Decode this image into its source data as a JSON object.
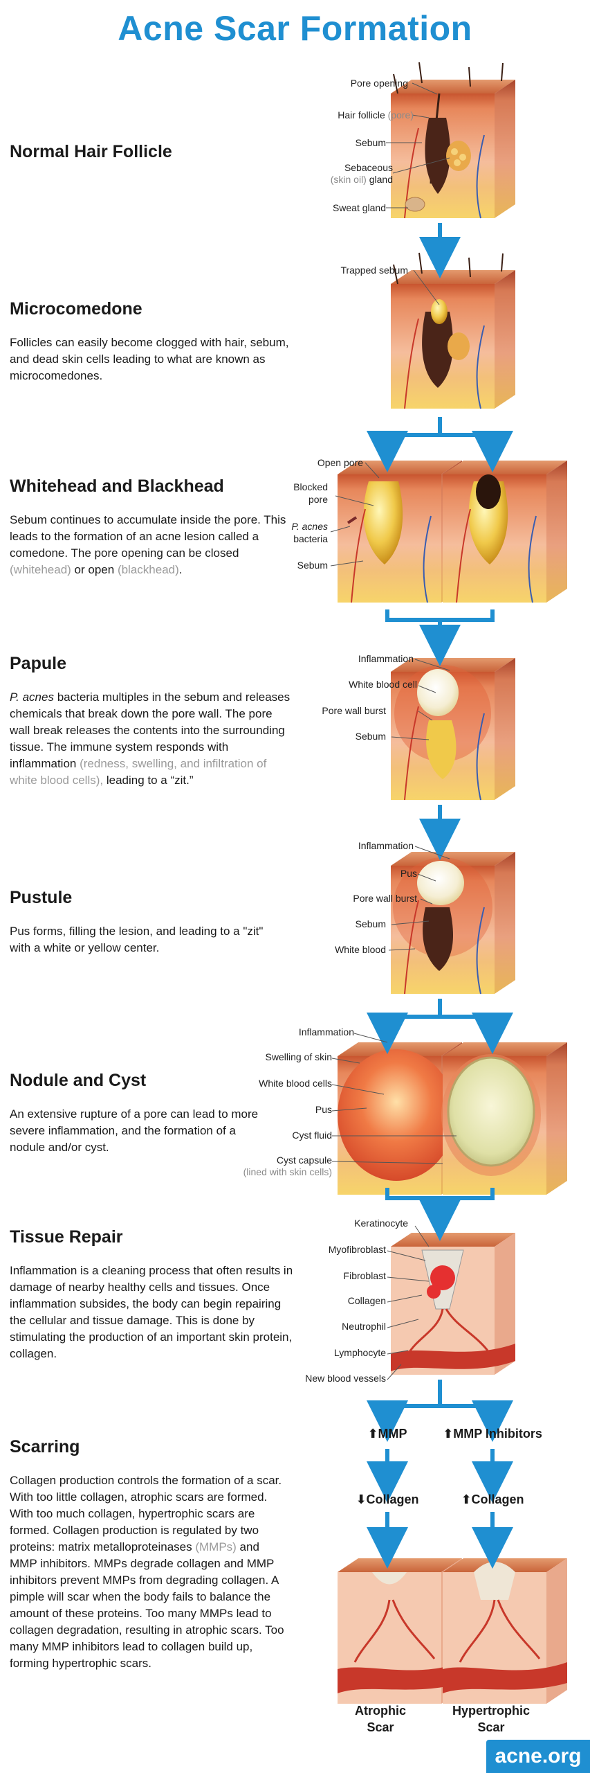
{
  "title": "Acne Scar Formation",
  "footer_brand": "acne.org",
  "colors": {
    "accent": "#1f8fd1",
    "skin_top": "#d86a3e",
    "skin_mid": "#f4b48f",
    "fat": "#f7d46a",
    "vessel_red": "#c8382a",
    "vessel_blue": "#3a5db0"
  },
  "sections": {
    "normal": {
      "heading": "Normal Hair Follicle",
      "labels": {
        "pore_opening": "Pore opening",
        "hair_follicle": "Hair follicle",
        "hair_follicle_note": "(pore)",
        "sebum": "Sebum",
        "sebaceous": "Sebaceous",
        "sebaceous_note": "(skin oil)",
        "gland": "gland",
        "sweat_gland": "Sweat gland"
      }
    },
    "microcomedone": {
      "heading": "Microcomedone",
      "body": "Follicles can easily become clogged with hair, sebum, and dead skin cells leading to what are known as microcomedones.",
      "labels": {
        "trapped_sebum": "Trapped sebum"
      }
    },
    "whitehead": {
      "heading": "Whitehead and Blackhead",
      "body_1": "Sebum continues to accumulate inside the pore. This leads to the formation of an acne lesion called a comedone. The pore opening can be closed ",
      "body_whitehead": "(whitehead)",
      "body_2": " or open ",
      "body_blackhead": "(blackhead)",
      "body_3": ".",
      "labels": {
        "open_pore": "Open pore",
        "blocked": "Blocked",
        "pore": "pore",
        "p_acnes": "P. acnes",
        "bacteria": "bacteria",
        "sebum": "Sebum"
      }
    },
    "papule": {
      "heading": "Papule",
      "body_italic": "P. acnes",
      "body_1": " bacteria multiples in the sebum and releases chemicals that break down the pore wall. The pore wall break releases the contents into the surrounding tissue. The immune system responds with inflammation ",
      "body_gray": "(redness, swelling, and infiltration of white blood cells),",
      "body_2": " leading to a “zit.”",
      "labels": {
        "inflammation": "Inflammation",
        "white_blood_cell": "White blood cell",
        "pore_wall_burst": "Pore wall burst",
        "sebum": "Sebum"
      }
    },
    "pustule": {
      "heading": "Pustule",
      "body": "Pus forms, filling the lesion, and leading to a \"zit\" with a white or yellow center.",
      "labels": {
        "inflammation": "Inflammation",
        "pus": "Pus",
        "pore_wall_burst": "Pore wall burst",
        "sebum": "Sebum",
        "white_blood": "White blood"
      }
    },
    "nodule": {
      "heading": "Nodule and Cyst",
      "body": "An extensive rupture of a pore can lead to more severe inflammation, and the formation of a nodule and/or cyst.",
      "labels": {
        "inflammation": "Inflammation",
        "swelling": "Swelling of skin",
        "white_blood_cells": "White blood cells",
        "pus": "Pus",
        "cyst_fluid": "Cyst fluid",
        "cyst_capsule": "Cyst capsule",
        "cyst_capsule_note": "(lined with skin cells)"
      }
    },
    "repair": {
      "heading": "Tissue Repair",
      "body": "Inflammation is a cleaning process that often results in damage of nearby healthy cells and tissues. Once inflammation subsides, the body can begin repairing the cellular and tissue damage. This is done by stimulating the production of an important skin protein, collagen.",
      "labels": {
        "keratinocyte": "Keratinocyte",
        "myofibroblast": "Myofibroblast",
        "fibroblast": "Fibroblast",
        "collagen": "Collagen",
        "neutrophil": "Neutrophil",
        "lymphocyte": "Lymphocyte",
        "new_vessels": "New blood vessels"
      }
    },
    "scarring": {
      "heading": "Scarring",
      "body_1": "Collagen production controls the formation of a scar. With too little collagen, atrophic scars are formed. With too much collagen, hypertrophic scars are formed. Collagen production is regulated by two proteins: matrix metalloproteinases ",
      "body_gray": "(MMPs)",
      "body_2": " and MMP inhibitors. MMPs degrade collagen and MMP inhibitors prevent MMPs from degrading collagen. A pimple will scar when the body fails to balance the amount of these proteins. Too many MMPs lead to collagen degradation, resulting in atrophic scars. Too many MMP inhibitors lead to collagen build up, forming hypertrophic scars.",
      "mmp": "⬆MMP",
      "mmp_inhibitors": "⬆MMP Inhibitors",
      "collagen_down": "⬇Collagen",
      "collagen_up": "⬆Collagen",
      "atrophic_1": "Atrophic",
      "atrophic_2": "Scar",
      "hypertrophic_1": "Hypertrophic",
      "hypertrophic_2": "Scar"
    }
  }
}
